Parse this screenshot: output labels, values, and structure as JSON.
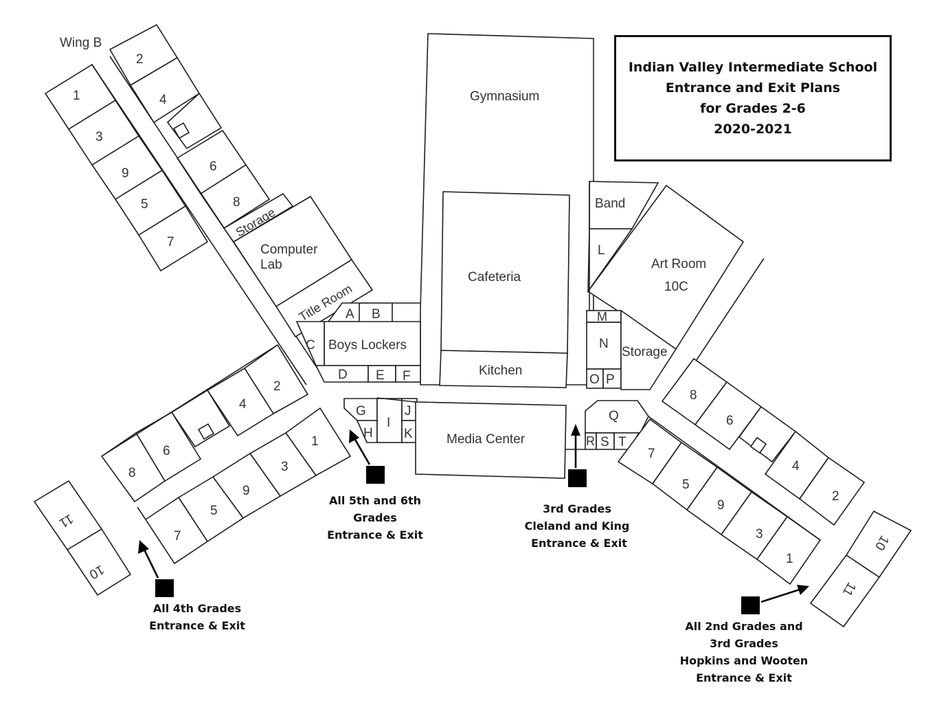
{
  "title": {
    "lines": [
      "Indian Valley Intermediate School",
      "Entrance and Exit Plans",
      "for Grades 2-6",
      "2020-2021"
    ]
  },
  "colors": {
    "ink": "#1e1e1e",
    "marker": "#000000",
    "paper": "#ffffff"
  },
  "wing_b": {
    "label": "Wing B",
    "rooms": [
      "1",
      "3",
      "9",
      "5",
      "7",
      "2",
      "4",
      "6",
      "8"
    ],
    "storage": "Storage",
    "computer_lab": [
      "Computer",
      "Lab"
    ],
    "title_room": "Title Room"
  },
  "center": {
    "gymnasium": "Gymnasium",
    "cafeteria": "Cafeteria",
    "kitchen": "Kitchen",
    "boys_lockers": "Boys Lockers",
    "media_center": "Media Center",
    "small_rooms_left": [
      "A",
      "B",
      "C",
      "D",
      "E",
      "F",
      "G",
      "H",
      "I",
      "J",
      "K"
    ],
    "band": "Band",
    "l": "L",
    "art_room": [
      "Art Room",
      "10C"
    ],
    "m": "M",
    "n": "N",
    "o": "O",
    "p": "P",
    "storage_right": "Storage",
    "q": "Q",
    "r": "R",
    "s": "S",
    "t": "T"
  },
  "wing_left": {
    "rooms": [
      "2",
      "4",
      "6",
      "8",
      "1",
      "3",
      "9",
      "5",
      "7"
    ],
    "portable": [
      "11",
      "10"
    ]
  },
  "wing_right": {
    "rooms": [
      "8",
      "6",
      "4",
      "2",
      "7",
      "5",
      "9",
      "3",
      "1"
    ],
    "portable": [
      "10",
      "11"
    ]
  },
  "entrances": [
    {
      "id": "grade4",
      "lines": [
        "All 4th Grades",
        "Entrance & Exit"
      ]
    },
    {
      "id": "grade56",
      "lines": [
        "All 5th and 6th",
        "Grades",
        "Entrance & Exit"
      ]
    },
    {
      "id": "grade3ck",
      "lines": [
        "3rd Grades",
        "Cleland and King",
        "Entrance & Exit"
      ]
    },
    {
      "id": "grade23hw",
      "lines": [
        "All 2nd Grades and",
        "3rd Grades",
        "Hopkins and Wooten",
        "Entrance & Exit"
      ]
    }
  ]
}
